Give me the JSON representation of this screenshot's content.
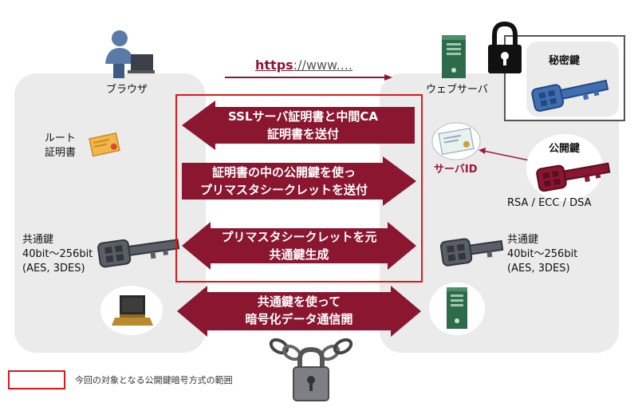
{
  "url": {
    "protocol": "https",
    "rest": "://www...."
  },
  "browser_label": "ブラウザ",
  "web_server_label": "ウェブサーバ",
  "root_cert_label_line1": "ルート",
  "root_cert_label_line2": "証明書",
  "server_id_label": "サーバID",
  "private_key_label": "秘密鍵",
  "public_key_label": "公開鍵",
  "algorithms": "RSA / ECC / DSA",
  "left_key": {
    "line1": "共通鍵",
    "line2": "40bit～256bit",
    "line3": "(AES, 3DES)"
  },
  "right_key": {
    "line1": "共通鍵",
    "line2": "40bit～256bit",
    "line3": "(AES, 3DES)"
  },
  "arrows": {
    "a1_line1": "SSLサーバ証明書と中間CA",
    "a1_line2": "証明書を送付",
    "a2_line1": "証明書の中の公開鍵を使っ",
    "a2_line2": "プリマスタシークレットを送付",
    "a3_line1": "プリマスタシークレットを元",
    "a3_line2": "共通鍵生成",
    "a4_line1": "共通鍵を使って",
    "a4_line2": "暗号化データ通信開"
  },
  "legend_text": "今回の対象となる公開鍵暗号方式の範囲",
  "colors": {
    "arrow": "#8a1630",
    "accent_red": "#e0161b",
    "panel": "#ebebeb",
    "blue_key": "#3f6fb2",
    "gray_key": "#5a5e66"
  }
}
